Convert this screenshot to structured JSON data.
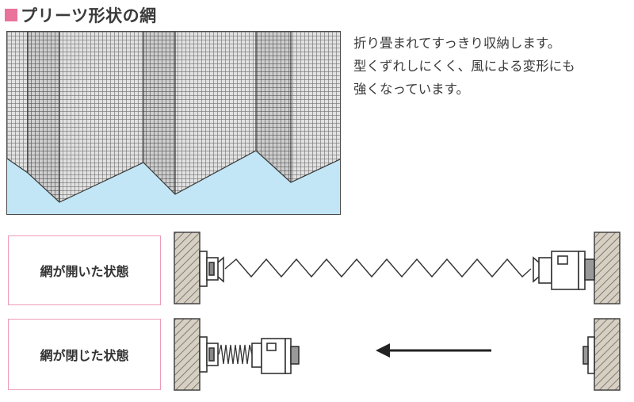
{
  "section": {
    "title": "プリーツ形状の網",
    "accent_color": "#e9739a"
  },
  "description": {
    "lines": [
      "折り畳まれてすっきり収納します。",
      "型くずれしにくく、風による変形にも",
      "強くなっています。"
    ]
  },
  "states": {
    "open_label": "網が開いた状態",
    "closed_label": "網が閉じた状態"
  },
  "colors": {
    "floor": "#c2e6f5",
    "mesh": "#6b6b6b",
    "wall": "#d6cfc3",
    "box_border": "#ee9bb5"
  },
  "icons": {
    "closing_direction": "arrow-left-icon"
  }
}
